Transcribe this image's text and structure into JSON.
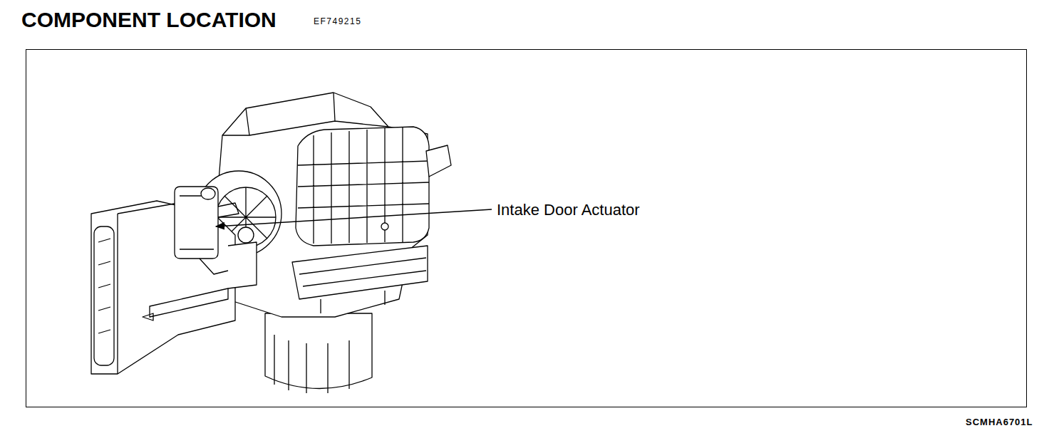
{
  "diagram": {
    "title": "COMPONENT LOCATION",
    "labels": [
      "EF749215",
      "Intake Door Actuator",
      "SCMHA6701L"
    ]
  }
}
